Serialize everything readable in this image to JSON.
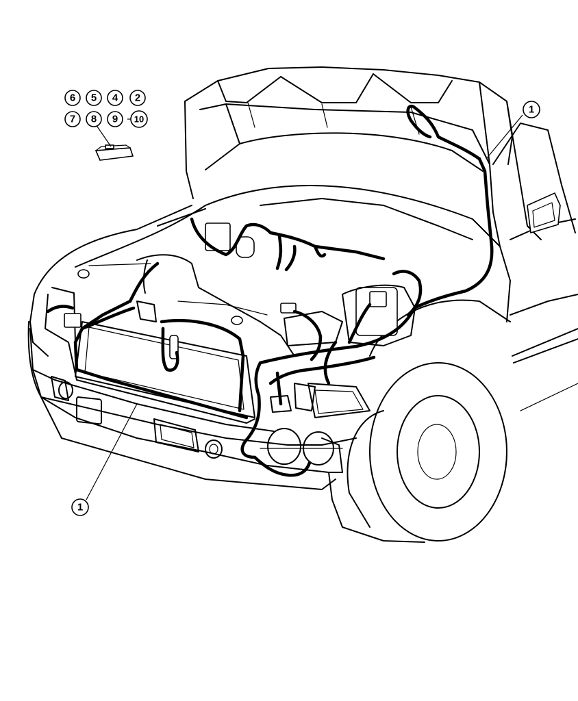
{
  "callouts": [
    {
      "id": "c6",
      "label": "6"
    },
    {
      "id": "c5",
      "label": "5"
    },
    {
      "id": "c4",
      "label": "4"
    },
    {
      "id": "c2",
      "label": "2"
    },
    {
      "id": "c7",
      "label": "7"
    },
    {
      "id": "c8",
      "label": "8"
    },
    {
      "id": "c9",
      "label": "9"
    },
    {
      "id": "c10",
      "label": "10"
    },
    {
      "id": "c1a",
      "label": "1"
    },
    {
      "id": "c1b",
      "label": "1"
    }
  ]
}
